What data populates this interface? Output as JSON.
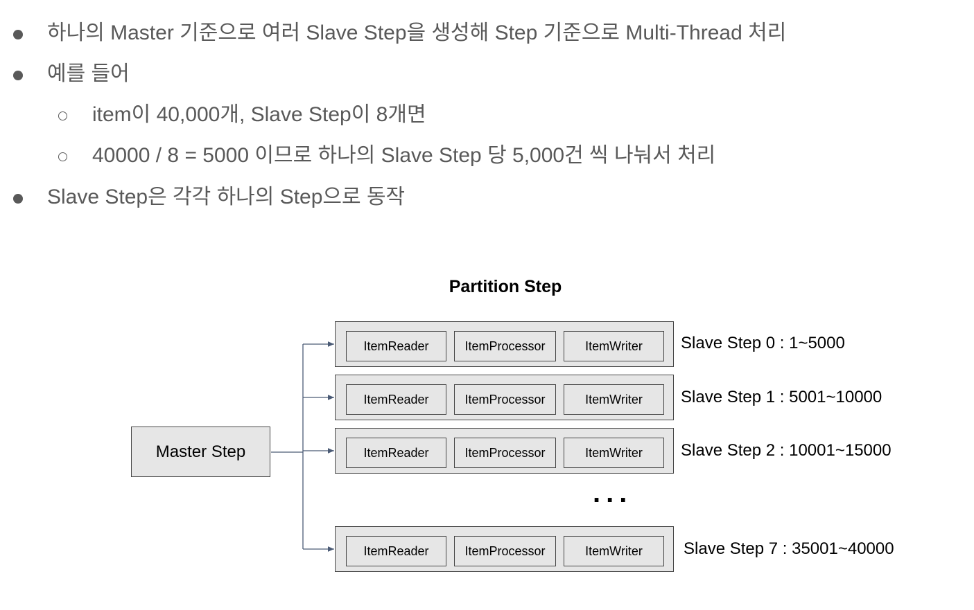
{
  "bullets": [
    {
      "level": 1,
      "text": "하나의 Master 기준으로 여러 Slave Step을 생성해 Step 기준으로 Multi-Thread 처리"
    },
    {
      "level": 1,
      "text": "예를 들어"
    },
    {
      "level": 2,
      "text": "item이 40,000개, Slave Step이 8개면"
    },
    {
      "level": 2,
      "text": "40000 / 8 = 5000 이므로 하나의 Slave Step 당 5,000건 씩 나눠서 처리"
    },
    {
      "level": 1,
      "text": "Slave Step은 각각 하나의 Step으로 동작"
    }
  ],
  "diagram": {
    "title": "Partition Step",
    "master_label": "Master Step",
    "component_labels": {
      "reader": "ItemReader",
      "processor": "ItemProcessor",
      "writer": "ItemWriter"
    },
    "ellipsis": "...",
    "slaves": [
      {
        "label": "Slave Step 0 : 1~5000"
      },
      {
        "label": "Slave Step 1 : 5001~10000"
      },
      {
        "label": "Slave Step 2 : 10001~15000"
      },
      {
        "label": "Slave Step 7 : 35001~40000"
      }
    ]
  }
}
